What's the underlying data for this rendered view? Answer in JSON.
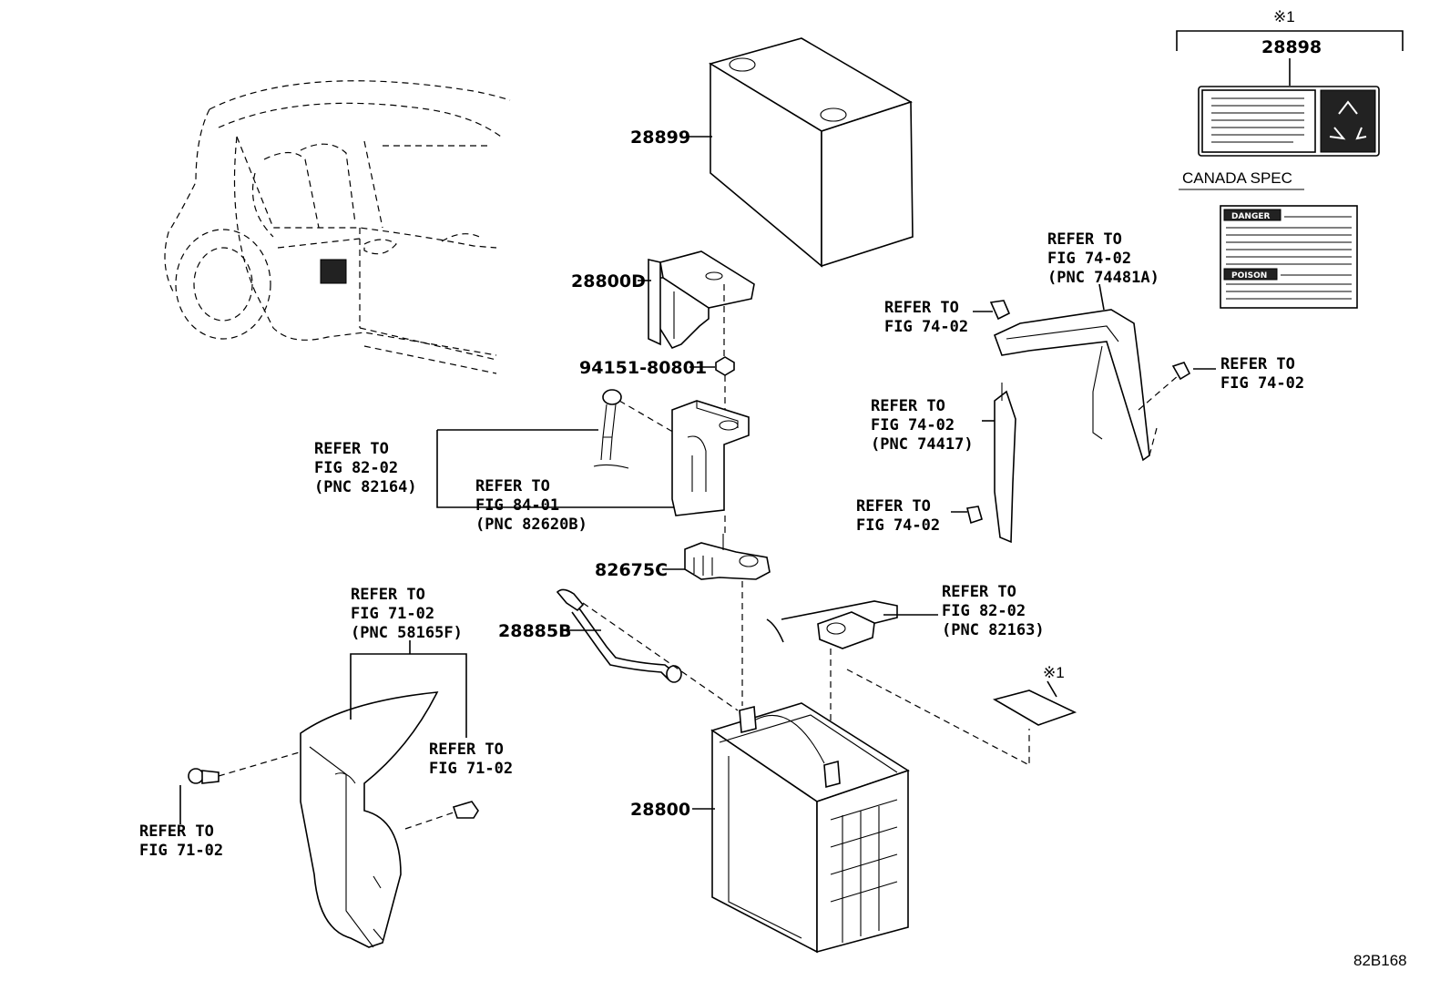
{
  "diagram_id": "82B168",
  "part_numbers": {
    "cover": "28899",
    "terminal_cover": "28800D",
    "nut": "94151-80801",
    "terminal_clamp": "82675C",
    "cable": "28885B",
    "battery": "28800",
    "label": "28898"
  },
  "note_marker": "※1",
  "canada_spec": "CANADA SPEC",
  "warning_label": {
    "danger": "DANGER",
    "poison": "POISON"
  },
  "references": {
    "ref_82_02_82164": {
      "line1": "REFER TO",
      "line2": "FIG 82-02",
      "line3": "(PNC 82164)"
    },
    "ref_84_01_82620B": {
      "line1": "REFER TO",
      "line2": "FIG 84-01",
      "line3": "(PNC 82620B)"
    },
    "ref_74_02_74481A": {
      "line1": "REFER TO",
      "line2": "FIG 74-02",
      "line3": "(PNC 74481A)"
    },
    "ref_74_02_nut_a": {
      "line1": "REFER TO",
      "line2": "FIG 74-02"
    },
    "ref_74_02_nut_b": {
      "line1": "REFER TO",
      "line2": "FIG 74-02"
    },
    "ref_74_02_74417": {
      "line1": "REFER TO",
      "line2": "FIG 74-02",
      "line3": "(PNC 74417)"
    },
    "ref_74_02_nut_c": {
      "line1": "REFER TO",
      "line2": "FIG 74-02"
    },
    "ref_82_02_82163": {
      "line1": "REFER TO",
      "line2": "FIG 82-02",
      "line3": "(PNC 82163)"
    },
    "ref_71_02_58165F": {
      "line1": "REFER TO",
      "line2": "FIG 71-02",
      "line3": "(PNC 58165F)"
    },
    "ref_71_02_clip": {
      "line1": "REFER TO",
      "line2": "FIG 71-02"
    },
    "ref_71_02_pin": {
      "line1": "REFER TO",
      "line2": "FIG 71-02"
    }
  }
}
